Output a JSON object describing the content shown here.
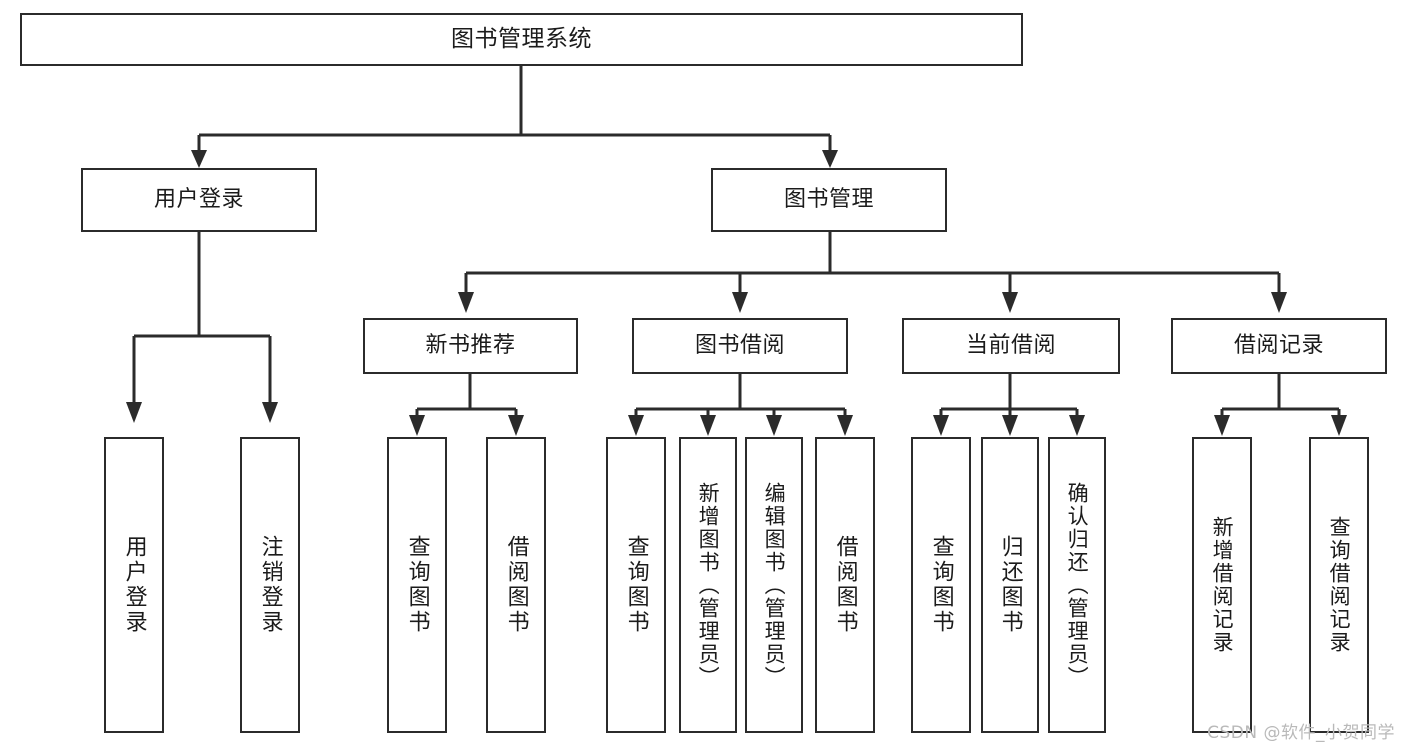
{
  "diagram": {
    "title": "图书管理系统",
    "type": "tree",
    "background": "#ffffff",
    "line_color": "#2b2b2b",
    "text_color": "#1b1b1b"
  },
  "root": {
    "label": "图书管理系统"
  },
  "level2": [
    {
      "label": "用户登录"
    },
    {
      "label": "图书管理"
    }
  ],
  "level3": [
    {
      "label": "新书推荐"
    },
    {
      "label": "图书借阅"
    },
    {
      "label": "当前借阅"
    },
    {
      "label": "借阅记录"
    }
  ],
  "leaves": {
    "user_login": [
      {
        "label": "用户登录"
      },
      {
        "label": "注销登录"
      }
    ],
    "new_book_recommend": [
      {
        "label": "查询图书"
      },
      {
        "label": "借阅图书"
      }
    ],
    "book_borrow": [
      {
        "label": "查询图书"
      },
      {
        "label": "新增图书（管理员）"
      },
      {
        "label": "编辑图书（管理员）"
      },
      {
        "label": "借阅图书"
      }
    ],
    "current_borrow": [
      {
        "label": "查询图书"
      },
      {
        "label": "归还图书"
      },
      {
        "label": "确认归还（管理员）"
      }
    ],
    "borrow_record": [
      {
        "label": "新增借阅记录"
      },
      {
        "label": "查询借阅记录"
      }
    ]
  },
  "watermark": {
    "text": "CSDN @软件_小贺同学"
  }
}
